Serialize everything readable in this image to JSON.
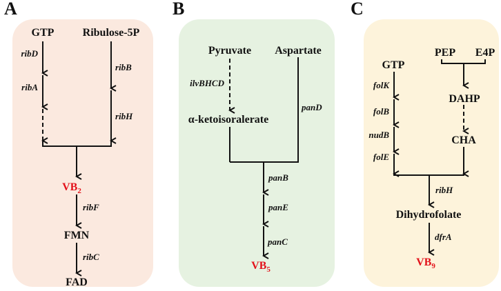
{
  "panels": [
    {
      "letter": "A",
      "background": "#fbe9df",
      "nodes": {
        "gtp": "GTP",
        "ribulose": "Ribulose-5P",
        "vb": "VB",
        "vb_sub": "2",
        "fmn": "FMN",
        "fad": "FAD"
      },
      "enzymes": {
        "ribD": "ribD",
        "ribA": "ribA",
        "ribB": "ribB",
        "ribH": "ribH",
        "ribF": "ribF",
        "ribC": "ribC"
      }
    },
    {
      "letter": "B",
      "background": "#e6f2e1",
      "nodes": {
        "pyruvate": "Pyruvate",
        "aspartate": "Aspartate",
        "keto": "α-ketoisoralerate",
        "vb": "VB",
        "vb_sub": "5"
      },
      "enzymes": {
        "ilvBHCD": "ilvBHCD",
        "panD": "panD",
        "panB": "panB",
        "panE": "panE",
        "panC": "panC"
      }
    },
    {
      "letter": "C",
      "background": "#fdf3db",
      "nodes": {
        "gtp": "GTP",
        "pep": "PEP",
        "e4p": "E4P",
        "dahp": "DAHP",
        "cha": "CHA",
        "dhf": "Dihydrofolate",
        "vb": "VB",
        "vb_sub": "9"
      },
      "enzymes": {
        "folK": "folK",
        "folB": "folB",
        "nudB": "nudB",
        "folE": "folE",
        "ribH": "ribH",
        "dfrA": "dfrA"
      }
    }
  ],
  "colors": {
    "vitamin": "#e3121b",
    "line": "#111111"
  }
}
